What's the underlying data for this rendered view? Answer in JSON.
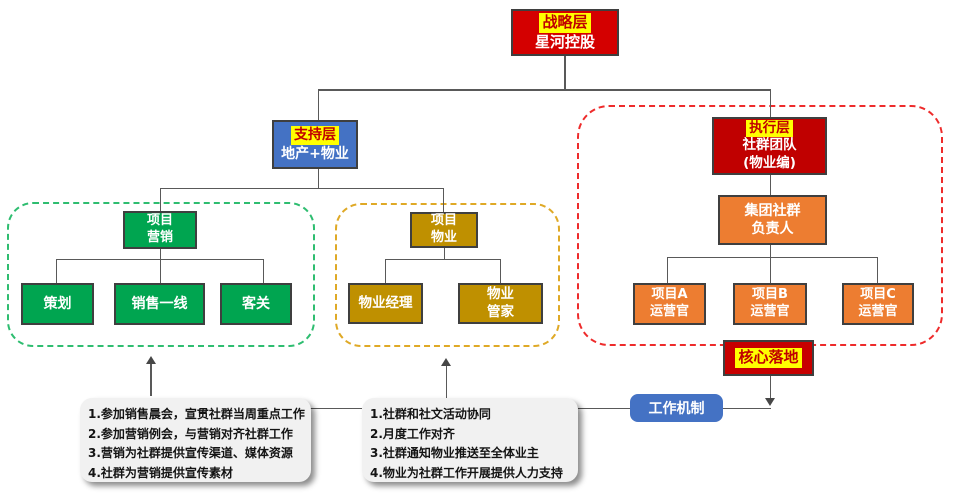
{
  "diagram": {
    "strategic_box": {
      "tag": "战略层",
      "name": "星河控股"
    },
    "support_box": {
      "tag": "支持层",
      "name": "地产+物业"
    },
    "execution_box": {
      "tag": "执行层",
      "name": "社群团队",
      "note": "(物业编)"
    },
    "marketing_group": {
      "head": {
        "line1": "项目",
        "line2": "营销"
      },
      "members": [
        "策划",
        "销售一线",
        "客关"
      ]
    },
    "property_group": {
      "head": {
        "line1": "项目",
        "line2": "物业"
      },
      "manager": "物业经理",
      "steward": {
        "line1": "物业",
        "line2": "管家"
      }
    },
    "community_group": {
      "leader": {
        "line1": "集团社群",
        "line2": "负责人"
      },
      "operators": [
        {
          "line1": "项目A",
          "line2": "运营官"
        },
        {
          "line1": "项目B",
          "line2": "运营官"
        },
        {
          "line1": "项目C",
          "line2": "运营官"
        }
      ]
    },
    "core_landing": "核心落地",
    "work_mechanism": "工作机制",
    "notes": {
      "marketing": [
        "1.参加销售晨会，宣贯社群当周重点工作",
        "2.参加营销例会，与营销对齐社群工作",
        "3.营销为社群提供宣传渠道、媒体资源",
        "4.社群为营销提供宣传素材"
      ],
      "property": [
        "1.社群和社文活动协同",
        "2.月度工作对齐",
        "3.社群通知物业推送至全体业主",
        "4.物业为社群工作开展提供人力支持"
      ]
    },
    "colors": {
      "strategic_red": "#d40000",
      "execution_red": "#c00000",
      "core_landing_red": "#c70000",
      "highlight_yellow": "#ffff00",
      "highlight_text_red": "#c00000",
      "support_blue": "#4472c4",
      "work_mechanism_blue": "#4472c4",
      "marketing_green": "#00a550",
      "marketing_frame_green": "#2ebd70",
      "property_gold": "#bf9000",
      "property_frame_gold": "#dfa926",
      "community_orange": "#ed7d31",
      "community_frame_red": "#ee2b2b",
      "note_gray": "#f1f1f1",
      "connector_gray": "#595959"
    }
  }
}
